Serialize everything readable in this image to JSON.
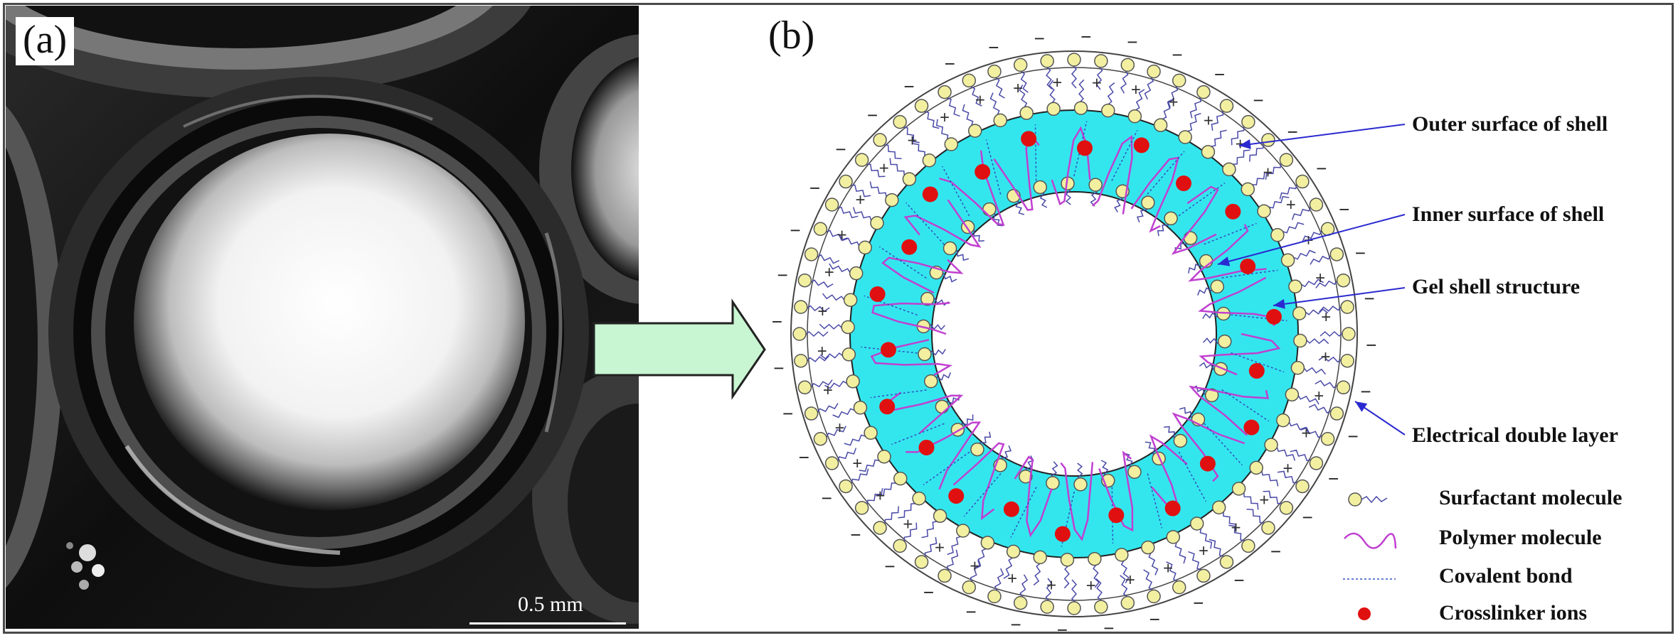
{
  "panel_a": {
    "label": "(a)",
    "scale_bar": "0.5 mm"
  },
  "panel_b": {
    "label": "(b)",
    "callouts": [
      {
        "id": "outer",
        "text": "Outer surface of shell"
      },
      {
        "id": "inner",
        "text": "Inner surface of shell"
      },
      {
        "id": "gel",
        "text": "Gel shell structure"
      },
      {
        "id": "edl",
        "text": "Electrical double layer"
      }
    ],
    "legend": [
      {
        "id": "surfactant",
        "text": "Surfactant molecule"
      },
      {
        "id": "polymer",
        "text": "Polymer molecule"
      },
      {
        "id": "covalent",
        "text": "Covalent bond"
      },
      {
        "id": "crosslinker",
        "text": "Crosslinker ions"
      }
    ],
    "colors": {
      "gel_fill": "#33e6ee",
      "surfactant_fill": "#f2f0a0",
      "crosslinker": "#e01010",
      "polymer": "#c040d0",
      "covalent": "#3050c0",
      "arrow_fill": "#c8f5d2",
      "callout_arrow": "#2a2ad0"
    },
    "charges": {
      "minus": "−",
      "plus": "+"
    }
  }
}
